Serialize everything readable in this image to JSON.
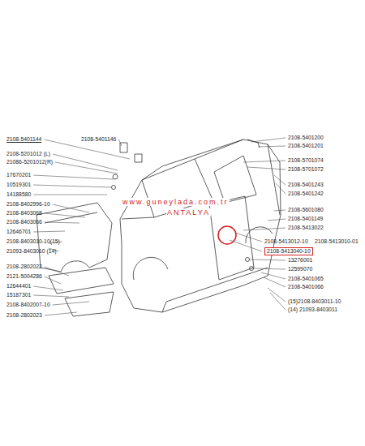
{
  "diagram": {
    "nodes": [
      {
        "text": [
          "2108-5413040-10"
        ]
      }
    ],
    "labels": [
      "2108-5401144",
      "2108-5401146",
      "2108-5201012 (L)",
      "21086-5201012(R)",
      "17670201",
      "10519301",
      "14188580",
      "2108-8402996-10",
      "2108-8403068",
      "2108-8403066",
      "12646701",
      "2108-8403010-10(15)",
      "21093-8403010  (14)",
      "2108-2802022",
      "2121-5004286",
      "12644401",
      "15187301",
      "2108-8402007-10",
      "2108-2802023",
      "2108-5401200",
      "2108-5401201",
      "2108-5701074",
      "2108-5701072",
      "2108-5401243",
      "2108-5401242",
      "2108-5601080",
      "2108-5401149",
      "2108-5413022",
      "2108-5413010-01",
      "2108-5413012-10",
      "13276001",
      "12599070",
      "2108-5401065",
      "2108-5401066",
      "(15)2108-8403011-10",
      "(14)  21093-8403011",
      "www.guneylada.com.tr",
      "ANTALYA"
    ]
  }
}
